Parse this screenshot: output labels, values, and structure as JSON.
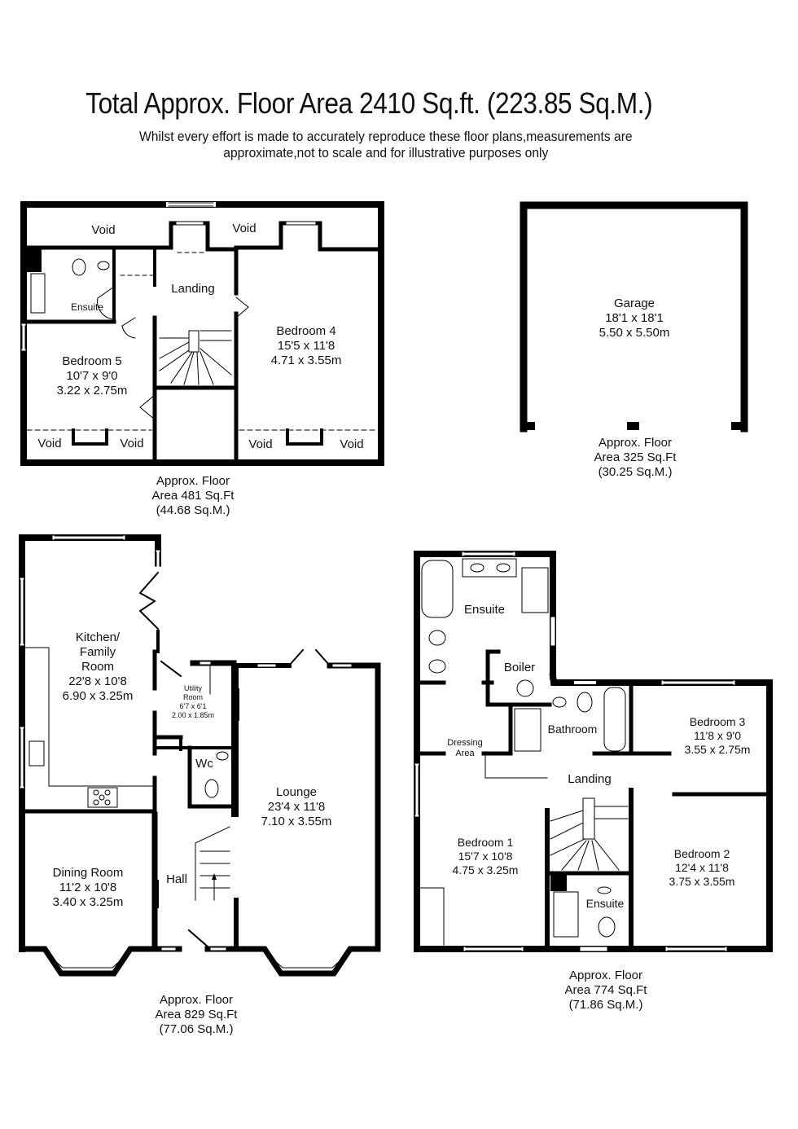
{
  "header": {
    "title": "Total Approx. Floor Area 2410 Sq.ft. (223.85 Sq.M.)",
    "disclaimer_line1": "Whilst every effort is made to accurately reproduce these floor plans,measurements are",
    "disclaimer_line2": "approximate,not to scale and for illustrative purposes only"
  },
  "colors": {
    "wall": "#000000",
    "background": "#ffffff",
    "fixture": "#555555"
  },
  "second_floor": {
    "caption": [
      "Approx. Floor",
      "Area 481 Sq.Ft",
      "(44.68 Sq.M.)"
    ],
    "rooms": {
      "void_top_left": "Void",
      "void_top_mid": "Void",
      "landing": "Landing",
      "ensuite": "Ensuite",
      "bedroom5": {
        "name": "Bedroom 5",
        "imperial": "10'7 x 9'0",
        "metric": "3.22 x 2.75m"
      },
      "bedroom4": {
        "name": "Bedroom 4",
        "imperial": "15'5 x 11'8",
        "metric": "4.71 x 3.55m"
      },
      "void_b5_left": "Void",
      "void_b5_right": "Void",
      "void_b4_left": "Void",
      "void_b4_right": "Void"
    }
  },
  "garage": {
    "name": "Garage",
    "imperial": "18'1 x 18'1",
    "metric": "5.50 x 5.50m",
    "caption": [
      "Approx. Floor",
      "Area 325 Sq.Ft",
      "(30.25 Sq.M.)"
    ]
  },
  "ground_floor": {
    "caption": [
      "Approx. Floor",
      "Area 829 Sq.Ft",
      "(77.06 Sq.M.)"
    ],
    "rooms": {
      "kitchen": {
        "name1": "Kitchen/",
        "name2": "Family",
        "name3": "Room",
        "imperial": "22'8 x 10'8",
        "metric": "6.90 x 3.25m"
      },
      "utility": {
        "name1": "Utility",
        "name2": "Room",
        "imperial": "6'7 x 6'1",
        "metric": "2.00 x 1.85m"
      },
      "wc": "Wc",
      "lounge": {
        "name": "Lounge",
        "imperial": "23'4 x 11'8",
        "metric": "7.10 x 3.55m"
      },
      "dining": {
        "name": "Dining Room",
        "imperial": "11'2 x 10'8",
        "metric": "3.40 x 3.25m"
      },
      "hall": "Hall"
    }
  },
  "first_floor": {
    "caption": [
      "Approx. Floor",
      "Area 774 Sq.Ft",
      "(71.86 Sq.M.)"
    ],
    "rooms": {
      "ensuite_master": "Ensuite",
      "boiler": "Boiler",
      "dressing": {
        "name1": "Dressing",
        "name2": "Area"
      },
      "bathroom": "Bathroom",
      "landing": "Landing",
      "bedroom3": {
        "name": "Bedroom 3",
        "imperial": "11'8 x 9'0",
        "metric": "3.55 x 2.75m"
      },
      "bedroom1": {
        "name": "Bedroom 1",
        "imperial": "15'7 x 10'8",
        "metric": "4.75 x 3.25m"
      },
      "bedroom2": {
        "name": "Bedroom 2",
        "imperial": "12'4 x 11'8",
        "metric": "3.75 x 3.55m"
      },
      "ensuite_b2": "Ensuite"
    }
  }
}
